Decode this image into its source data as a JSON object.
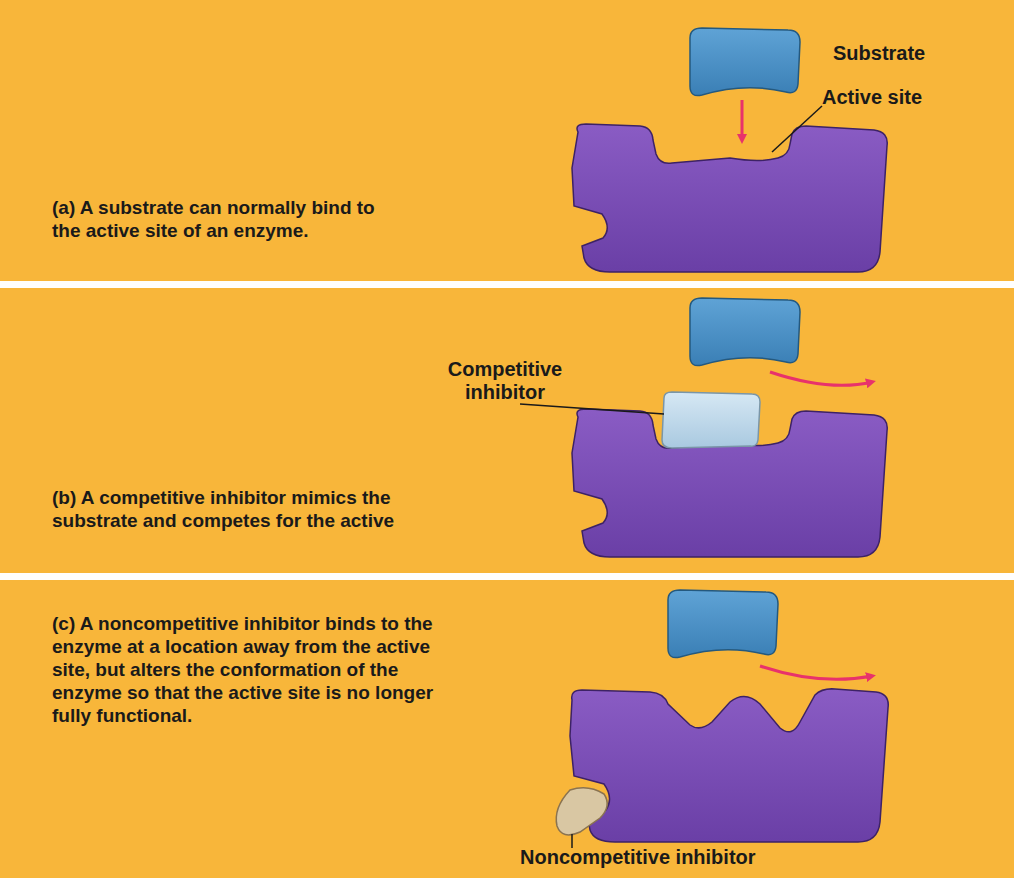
{
  "diagram": {
    "labels": [
      "Substrate",
      "Active site",
      "(a) A substrate can normally bind to the active site of an enzyme.",
      "Competitive inhibitor",
      "(b) A competitive inhibitor mimics the substrate and competes for the active",
      "(c) A noncompetitive inhibitor binds to the enzyme at a location away from the active site, but alters the conformation of the enzyme so that the active site is no longer fully functional.",
      "Noncompetitive inhibitor"
    ]
  }
}
